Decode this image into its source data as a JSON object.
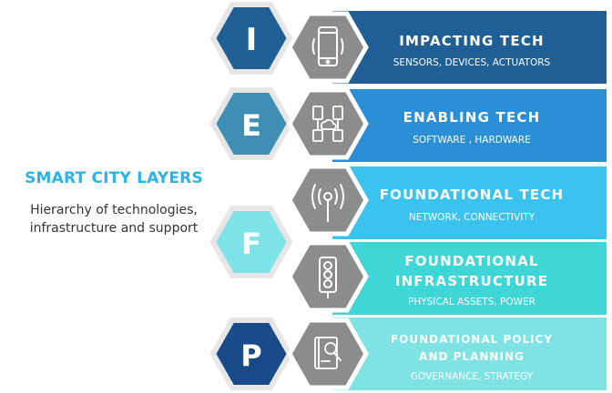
{
  "heading": {
    "title": "SMART CITY LAYERS",
    "subtitle_lines": [
      "Hierarchy of technologies,",
      "infrastructure and support"
    ]
  },
  "layers": [
    {
      "letter": "I",
      "title_lines": [
        "IMPACTING TECH"
      ],
      "subtitle": "SENSORS, DEVICES, ACTUATORS",
      "bar_color": "#1f5f96",
      "icon": "smartphone-icon"
    },
    {
      "letter": "E",
      "title_lines": [
        "ENABLING TECH"
      ],
      "subtitle": "SOFTWARE , HARDWARE",
      "bar_color": "#2b8fd6",
      "icon": "network-cloud-icon"
    },
    {
      "letter": "F",
      "title_lines": [
        "FOUNDATIONAL TECH"
      ],
      "subtitle": "NETWORK, CONNECTIVITY",
      "bar_color": "#3bc3ef",
      "icon": "antenna-signal-icon"
    },
    {
      "letter": "",
      "title_lines": [
        "FOUNDATIONAL",
        "INFRASTRUCTURE"
      ],
      "subtitle": "PHYSICAL ASSETS, POWER",
      "bar_color": "#3ed6d6",
      "icon": "traffic-light-icon"
    },
    {
      "letter": "P",
      "title_lines": [
        "FOUNDATIONAL POLICY",
        "AND PLANNING"
      ],
      "subtitle": "GOVERNANCE, STRATEGY",
      "bar_color": "#7fe3e3",
      "icon": "policy-book-search-icon"
    }
  ],
  "letter_hexes": [
    {
      "letter": "I",
      "color": "#1f5f96"
    },
    {
      "letter": "E",
      "color": "#3f8fb4"
    },
    {
      "letter": "F",
      "color": "#7ee3e6"
    },
    {
      "letter": "P",
      "color": "#174a87"
    }
  ],
  "colors": {
    "icon_hex_fill": "#8c8c8c",
    "icon_hex_stroke": "#ffffff",
    "border": "#e6e6e6",
    "text_light": "#ffffff"
  }
}
